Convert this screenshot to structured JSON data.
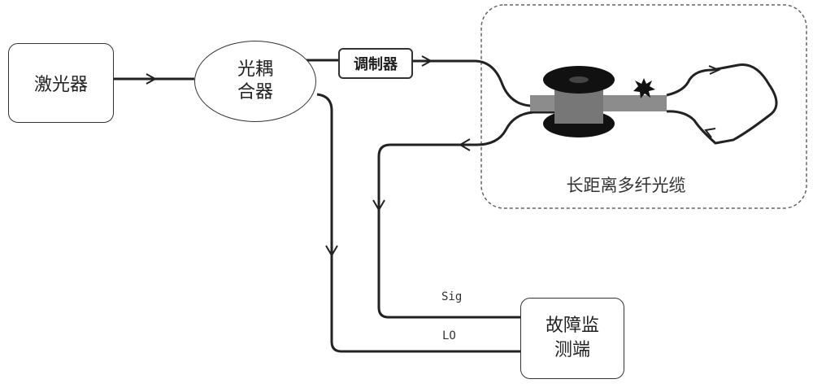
{
  "nodes": {
    "laser": "激光器",
    "coupler": "光耦\n合器",
    "modulator": "调制器",
    "monitor": "故障监\n测端",
    "cable": "长距离多纤光缆"
  },
  "signals": {
    "sig": "Sig",
    "lo": "LO"
  }
}
